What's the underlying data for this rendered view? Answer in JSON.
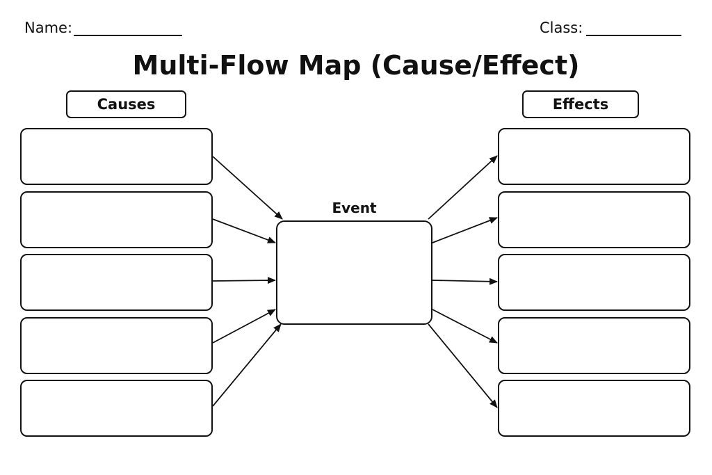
{
  "header": {
    "name_label": "Name:",
    "class_label": "Class:"
  },
  "title": "Multi-Flow Map (Cause/Effect)",
  "causes": {
    "heading": "Causes",
    "boxes": [
      "",
      "",
      "",
      "",
      ""
    ]
  },
  "event": {
    "label": "Event",
    "value": ""
  },
  "effects": {
    "heading": "Effects",
    "boxes": [
      "",
      "",
      "",
      "",
      ""
    ]
  }
}
